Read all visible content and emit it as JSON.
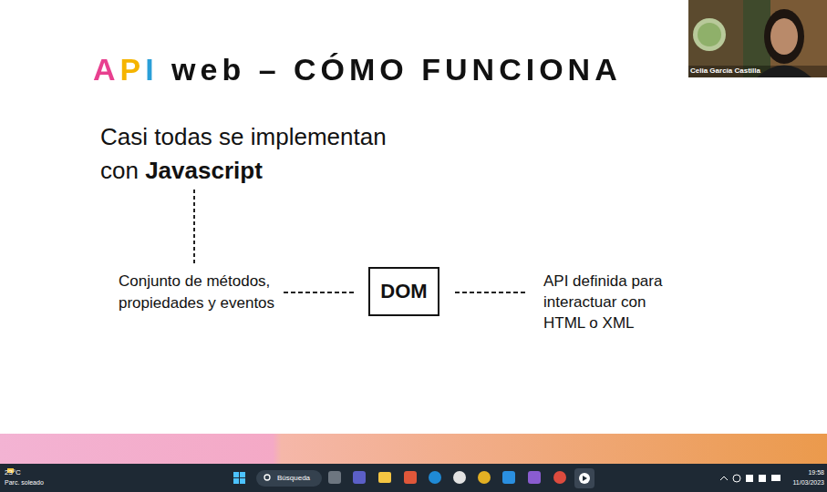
{
  "diagram": {
    "title": "API web – CÓMO FUNCIONA",
    "nodes": [
      {
        "text": [
          "DOM"
        ]
      }
    ],
    "labels": [
      "Casi todas se implementan con",
      "Javascript",
      "Conjunto de métodos, propiedades y eventos",
      "API definida para interactuar con HTML o XML",
      "Celia García Castilla",
      "Búsqueda",
      "23°C",
      "Parc. soleado",
      "19:58",
      "11/03/2023"
    ]
  }
}
